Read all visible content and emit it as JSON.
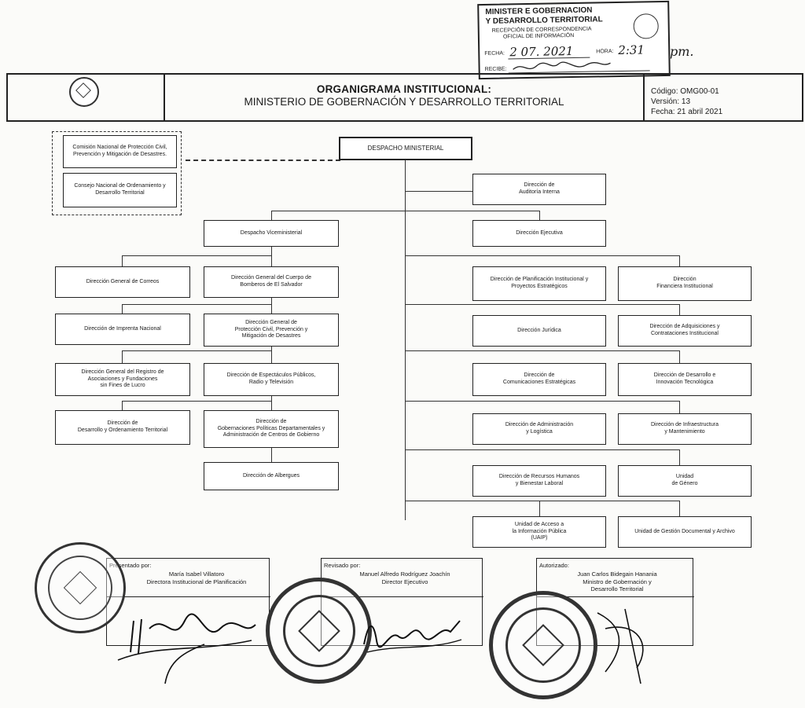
{
  "reception_stamp": {
    "line1": "MINISTER      E GOBERNACION",
    "line2": "Y DESARROLLO TERRITORIAL",
    "line3": "RECEPCIÓN DE CORRESPONDENCIA",
    "line4": "OFICIAL DE INFORMACIÓN",
    "fecha_label": "FECHA:",
    "fecha_value": "2 07. 2021",
    "hora_label": "HORA:",
    "hora_value": "2:31",
    "hora_suffix": "pm.",
    "recibe_label": "RECIBE:"
  },
  "header": {
    "title": "ORGANIGRAMA INSTITUCIONAL:",
    "subtitle": "MINISTERIO DE GOBERNACIÓN Y DESARROLLO TERRITORIAL",
    "codigo": "Código: OMG00-01",
    "version": "Versión: 13",
    "fecha": "Fecha:   21 abril 2021"
  },
  "chart": {
    "comision": "Comisión Nacional de Protección Civil, Prevención y Mitigación de Desastres.",
    "consejo": "Consejo Nacional de Ordenamiento y Desarrollo Territorial",
    "despacho": "DESPACHO MINISTERIAL",
    "auditoria": "Dirección de\nAuditoría Interna",
    "viceministerial": "Despacho Viceministerial",
    "ejecutiva": "Dirección Ejecutiva",
    "correos": "Dirección General de Correos",
    "bomberos": "Dirección General del Cuerpo de\nBomberos de El Salvador",
    "imprenta": "Dirección de Imprenta Nacional",
    "proteccion": "Dirección General de\nProtección Civil, Prevención y\nMitigación de Desastres",
    "registro": "Dirección General del Registro de\nAsociaciones y Fundaciones\nsin Fines de Lucro",
    "espectaculos": "Dirección de Espectáculos Públicos,\nRadio y Televisión",
    "desarrollo": "Dirección de\nDesarrollo y Ordenamiento Territorial",
    "gobernaciones": "Dirección de\nGobernaciones Políticas Departamentales y\nAdministración de Centros de Gobierno",
    "albergues": "Dirección de Albergues",
    "planificacion": "Dirección de Planificación Institucional y\nProyectos Estratégicos",
    "financiera": "Dirección\nFinanciera Institucional",
    "juridica": "Dirección Jurídica",
    "adquisiciones": "Dirección de Adquisiciones y\nContrataciones Institucional",
    "comunicaciones": "Dirección de\nComunicaciones Estratégicas",
    "innovacion": "Dirección de Desarrollo e\nInnovación Tecnológica",
    "administracion": "Dirección de Administración\ny Logística",
    "infraestructura": "Dirección de Infraestructura\ny Mantenimiento",
    "rrhh": "Dirección de Recursos Humanos\ny Bienestar Laboral",
    "genero": "Unidad\nde Género",
    "uaip": "Unidad de Acceso a\nla Información Pública\n(UAIP)",
    "gestion_doc": "Unidad de Gestión Documental y Archivo"
  },
  "signatures": {
    "presentado_label": "Presentado por:",
    "presentado_name": "María Isabel Villatoro",
    "presentado_role": "Directora Institucional de Planificación",
    "revisado_label": "Revisado por:",
    "revisado_name": "Manuel Alfredo Rodríguez Joachín",
    "revisado_role": "Director Ejecutivo",
    "autorizado_label": "Autorizado:",
    "autorizado_name": "Juan Carlos Bidegain Hanania",
    "autorizado_role": "Ministro de Gobernación y\nDesarrollo Territorial"
  },
  "colors": {
    "ink": "#1a1a1a",
    "paper": "#fbfbf9",
    "line": "#333333"
  }
}
